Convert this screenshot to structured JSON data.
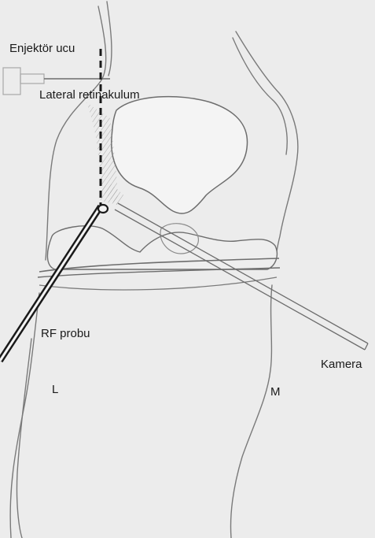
{
  "figure": {
    "labels": {
      "syringe_tip": "Enjektör ucu",
      "lateral_retinaculum": "Lateral retinakulum",
      "rf_probe": "RF probu",
      "camera": "Kamera",
      "lateral": "L",
      "medial": "M"
    }
  }
}
